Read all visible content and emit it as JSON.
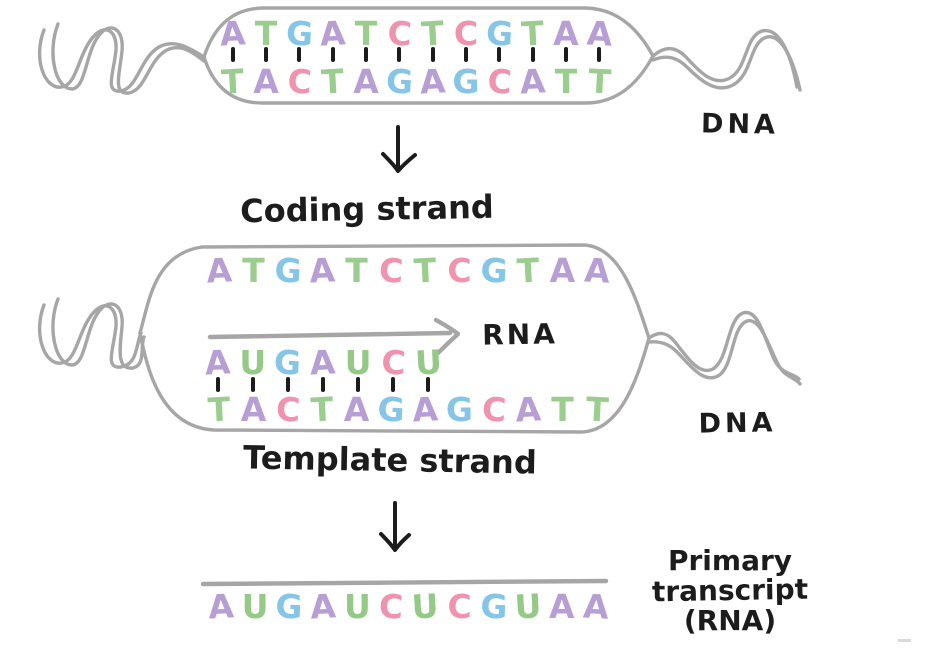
{
  "colors": {
    "bases": {
      "A": "#b79fd6",
      "T": "#9bcd8e",
      "G": "#85c6e8",
      "C": "#ef93ae",
      "U": "#94ca86"
    },
    "helix_gray": "#a6a6a6",
    "ink": "#1c1c1c"
  },
  "labels": {
    "dna_top": "DNA",
    "dna_middle": "DNA",
    "coding_strand": "Coding strand",
    "template_strand": "Template strand",
    "rna": "RNA",
    "primary_transcript_line1": "Primary",
    "primary_transcript_line2": "transcript",
    "primary_transcript_line3": "(RNA)"
  },
  "sequences": {
    "dna_bubble_top": {
      "top_strand": [
        "A",
        "T",
        "G",
        "A",
        "T",
        "C",
        "T",
        "C",
        "G",
        "T",
        "A",
        "A"
      ],
      "bottom_strand": [
        "T",
        "A",
        "C",
        "T",
        "A",
        "G",
        "A",
        "G",
        "C",
        "A",
        "T",
        "T"
      ],
      "bond_count": 12
    },
    "transcription_bubble": {
      "coding_strand": [
        "A",
        "T",
        "G",
        "A",
        "T",
        "C",
        "T",
        "C",
        "G",
        "T",
        "A",
        "A"
      ],
      "rna_strand": [
        "A",
        "U",
        "G",
        "A",
        "U",
        "C",
        "U"
      ],
      "template_strand": [
        "T",
        "A",
        "C",
        "T",
        "A",
        "G",
        "A",
        "G",
        "C",
        "A",
        "T",
        "T"
      ],
      "bond_count": 7
    },
    "primary_transcript": [
      "A",
      "U",
      "G",
      "A",
      "U",
      "C",
      "U",
      "C",
      "G",
      "U",
      "A",
      "A"
    ]
  }
}
